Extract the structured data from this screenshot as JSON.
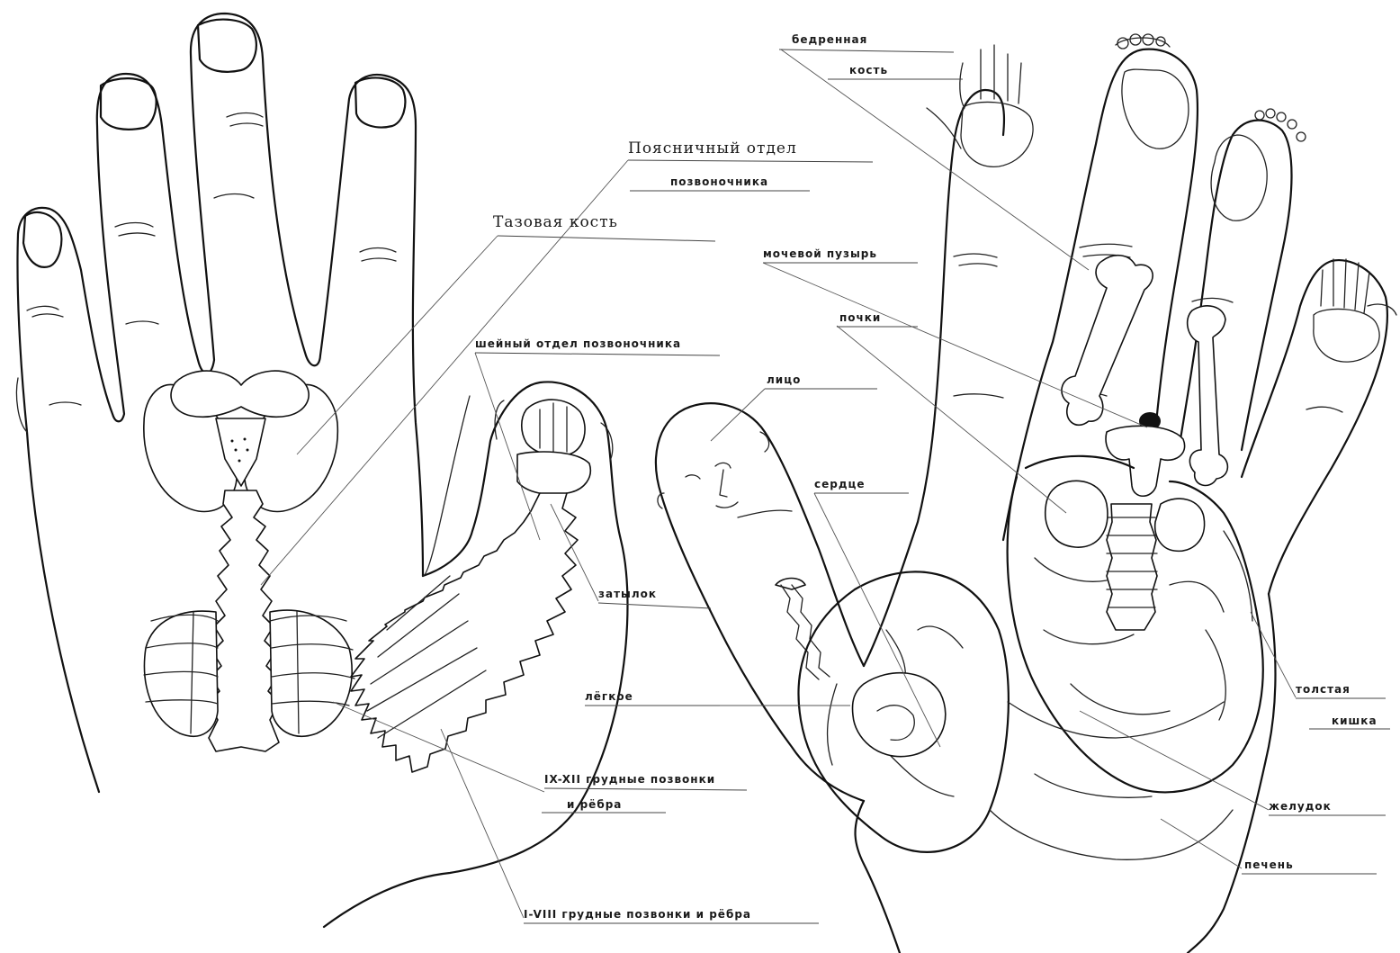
{
  "labels": {
    "lumbar_1": "Поясничный отдел",
    "lumbar_2": "позвоночника",
    "pelvic": "Тазовая кость",
    "cervical": "шейный отдел позвоночника",
    "occiput": "затылок",
    "thoracic_9_12_a": "IX-XII грудные позвонки",
    "thoracic_9_12_b": "и рёбра",
    "thoracic_1_8": "I-VIII грудные позвонки и рёбра",
    "femur_1": "бедренная",
    "femur_2": "кость",
    "bladder": "мочевой пузырь",
    "kidneys": "почки",
    "face": "лицо",
    "heart": "сердце",
    "lung": "лёгкое",
    "colon_1": "толстая",
    "colon_2": "кишка",
    "stomach": "желудок",
    "liver": "печень"
  }
}
